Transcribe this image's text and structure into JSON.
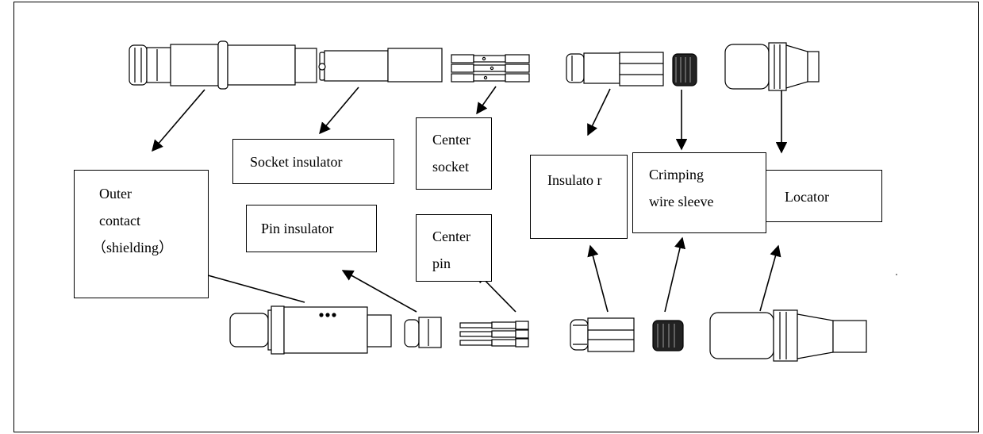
{
  "diagram": {
    "labels": {
      "outer_contact": [
        "Outer",
        "contact",
        "（shielding）"
      ],
      "socket_insulator": "Socket insulator",
      "pin_insulator": "Pin insulator",
      "center_socket": [
        "Center",
        "socket"
      ],
      "center_pin": [
        "Center",
        "pin"
      ],
      "insulator": "Insulato r",
      "crimping_wire_sleeve": [
        "Crimping",
        "wire sleeve"
      ],
      "locator": "Locator"
    },
    "colors": {
      "line": "#000000",
      "background": "#ffffff"
    }
  }
}
